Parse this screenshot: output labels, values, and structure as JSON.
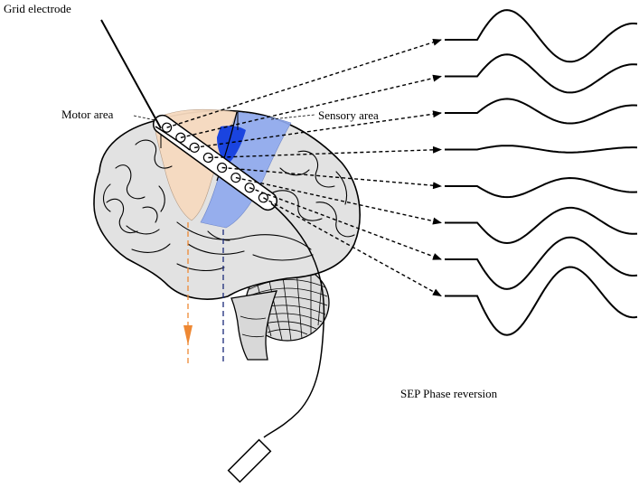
{
  "labels": {
    "grid_electrode": "Grid electrode",
    "motor_area": "Motor area",
    "sensory_area": "Sensory area",
    "sep_phase_reversion": "SEP Phase reversion"
  },
  "colors": {
    "motor_area": "#f6d9bf",
    "sensory_area": "#8fa9ee",
    "sensory_core": "#1a44e0",
    "brain": "#e2e2e2",
    "motor_axis": "#ee8833",
    "sensory_axis": "#1a2a7a"
  },
  "electrode_count": 8,
  "waveform_count": 8
}
